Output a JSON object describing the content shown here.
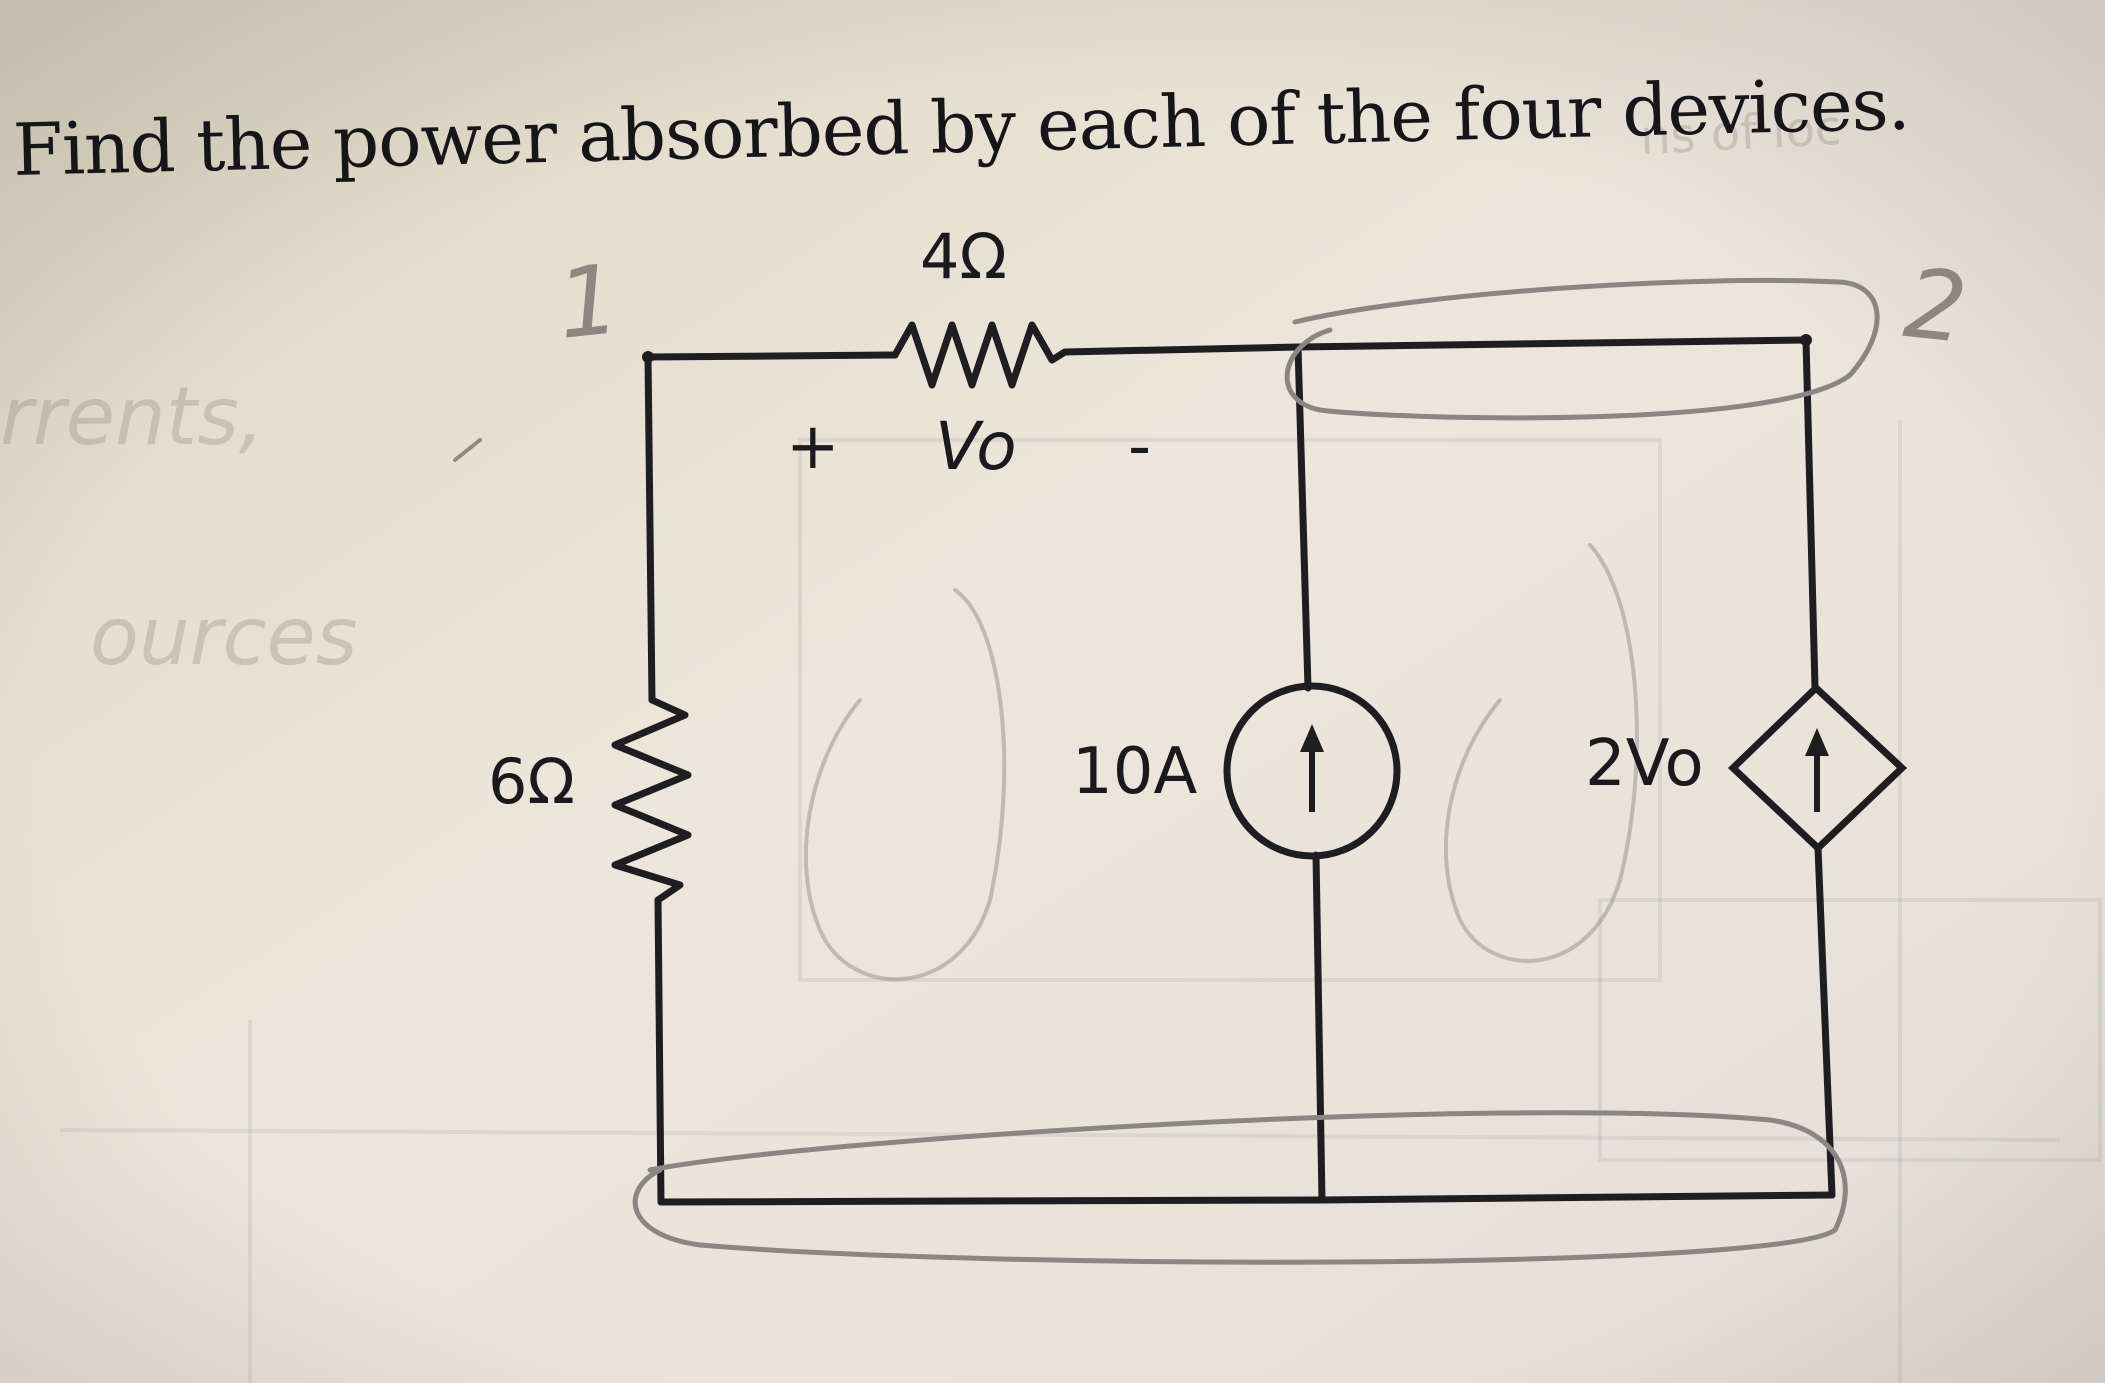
{
  "question": "Find the power absorbed by each of the four devices.",
  "circuit": {
    "resistor_top_label": "4Ω",
    "resistor_left_label": "6Ω",
    "polarity_plus": "+",
    "voltage_label": "Vo",
    "polarity_minus": "-",
    "current_source_label": "10A",
    "dependent_source_label": "2Vo"
  },
  "handwriting": {
    "node_1": "1",
    "node_2": "2"
  },
  "colors": {
    "wire": "#1e1e1e",
    "pencil": "#8a8682",
    "paper": "#e8e3d6"
  }
}
